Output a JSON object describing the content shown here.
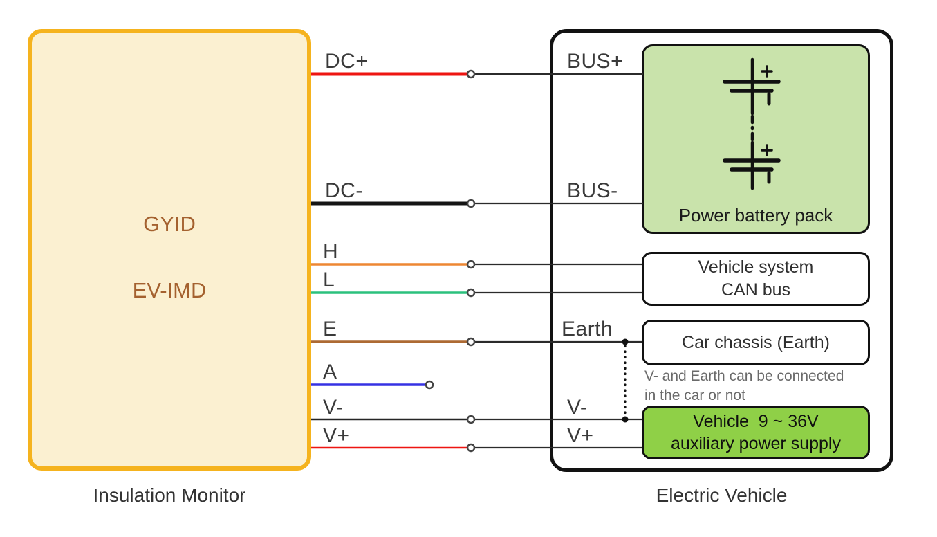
{
  "colors": {
    "monitor_fill": "#fbf0d1",
    "monitor_border": "#f5b31e",
    "monitor_text": "#a4612f",
    "battery_box_fill": "#c9e3ab",
    "aux_box_fill": "#8fd047",
    "label_text": "#3a3a3a",
    "note_text": "#6a6a6a",
    "wire_continuation": "#2b2b2b",
    "box_border": "#111111"
  },
  "monitor": {
    "name_line1": "GYID",
    "name_line2": "EV-IMD",
    "caption": "Insulation Monitor",
    "pins": [
      {
        "label": "DC+",
        "color": "#ee1511"
      },
      {
        "label": "DC-",
        "color": "#151515"
      },
      {
        "label": "H",
        "color": "#ed8733"
      },
      {
        "label": "L",
        "color": "#2bc17d"
      },
      {
        "label": "E",
        "color": "#ad6a33"
      },
      {
        "label": "A",
        "color": "#3632e3"
      },
      {
        "label": "V-",
        "color": "#252525"
      },
      {
        "label": "V+",
        "color": "#ee1511"
      }
    ]
  },
  "vehicle": {
    "caption": "Electric Vehicle",
    "terminals": [
      {
        "label": "BUS+"
      },
      {
        "label": "BUS-"
      },
      {
        "label": "Earth"
      },
      {
        "label": "V-"
      },
      {
        "label": "V+"
      }
    ],
    "battery_box": {
      "label": "Power battery pack"
    },
    "can_box": {
      "line1": "Vehicle system",
      "line2": "CAN bus"
    },
    "chassis_box": {
      "label": "Car chassis (Earth)"
    },
    "note": {
      "line1": "V- and Earth can be connected",
      "line2": "in the car or not"
    },
    "aux_box": {
      "line1": "Vehicle  9 ~ 36V",
      "line2": "auxiliary power supply"
    }
  }
}
